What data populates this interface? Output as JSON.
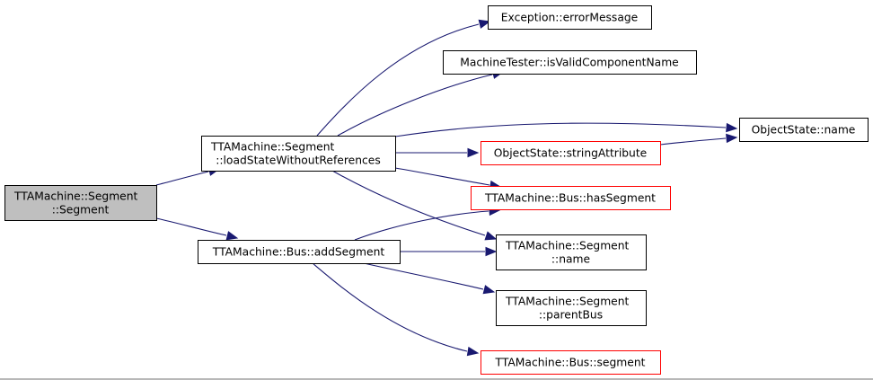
{
  "colors": {
    "root_fill": "#bfbfbf",
    "node_fill": "#ffffff",
    "border_default": "#000000",
    "border_incomplete": "#ff0000",
    "edge": "#191970"
  },
  "nodes": {
    "root": {
      "lines": [
        "TTAMachine::Segment",
        "::Segment"
      ],
      "style": "root"
    },
    "load_state": {
      "lines": [
        "TTAMachine::Segment",
        "::loadStateWithoutReferences"
      ],
      "style": "default"
    },
    "add_segment": {
      "lines": [
        "TTAMachine::Bus::addSegment"
      ],
      "style": "default"
    },
    "error_message": {
      "lines": [
        "Exception::errorMessage"
      ],
      "style": "default"
    },
    "is_valid_component_name": {
      "lines": [
        "MachineTester::isValidComponentName"
      ],
      "style": "default"
    },
    "objectstate_name": {
      "lines": [
        "ObjectState::name"
      ],
      "style": "default"
    },
    "string_attribute": {
      "lines": [
        "ObjectState::stringAttribute"
      ],
      "style": "incomplete"
    },
    "has_segment": {
      "lines": [
        "TTAMachine::Bus::hasSegment"
      ],
      "style": "incomplete"
    },
    "segment_name": {
      "lines": [
        "TTAMachine::Segment",
        "::name"
      ],
      "style": "default"
    },
    "parent_bus": {
      "lines": [
        "TTAMachine::Segment",
        "::parentBus"
      ],
      "style": "default"
    },
    "bus_segment": {
      "lines": [
        "TTAMachine::Bus::segment"
      ],
      "style": "incomplete"
    }
  },
  "edges": [
    {
      "from": "root",
      "to": "load_state"
    },
    {
      "from": "root",
      "to": "add_segment"
    },
    {
      "from": "load_state",
      "to": "error_message"
    },
    {
      "from": "load_state",
      "to": "is_valid_component_name"
    },
    {
      "from": "load_state",
      "to": "objectstate_name"
    },
    {
      "from": "load_state",
      "to": "string_attribute"
    },
    {
      "from": "load_state",
      "to": "has_segment"
    },
    {
      "from": "load_state",
      "to": "segment_name"
    },
    {
      "from": "string_attribute",
      "to": "objectstate_name"
    },
    {
      "from": "add_segment",
      "to": "has_segment"
    },
    {
      "from": "add_segment",
      "to": "segment_name"
    },
    {
      "from": "add_segment",
      "to": "parent_bus"
    },
    {
      "from": "add_segment",
      "to": "bus_segment"
    }
  ]
}
